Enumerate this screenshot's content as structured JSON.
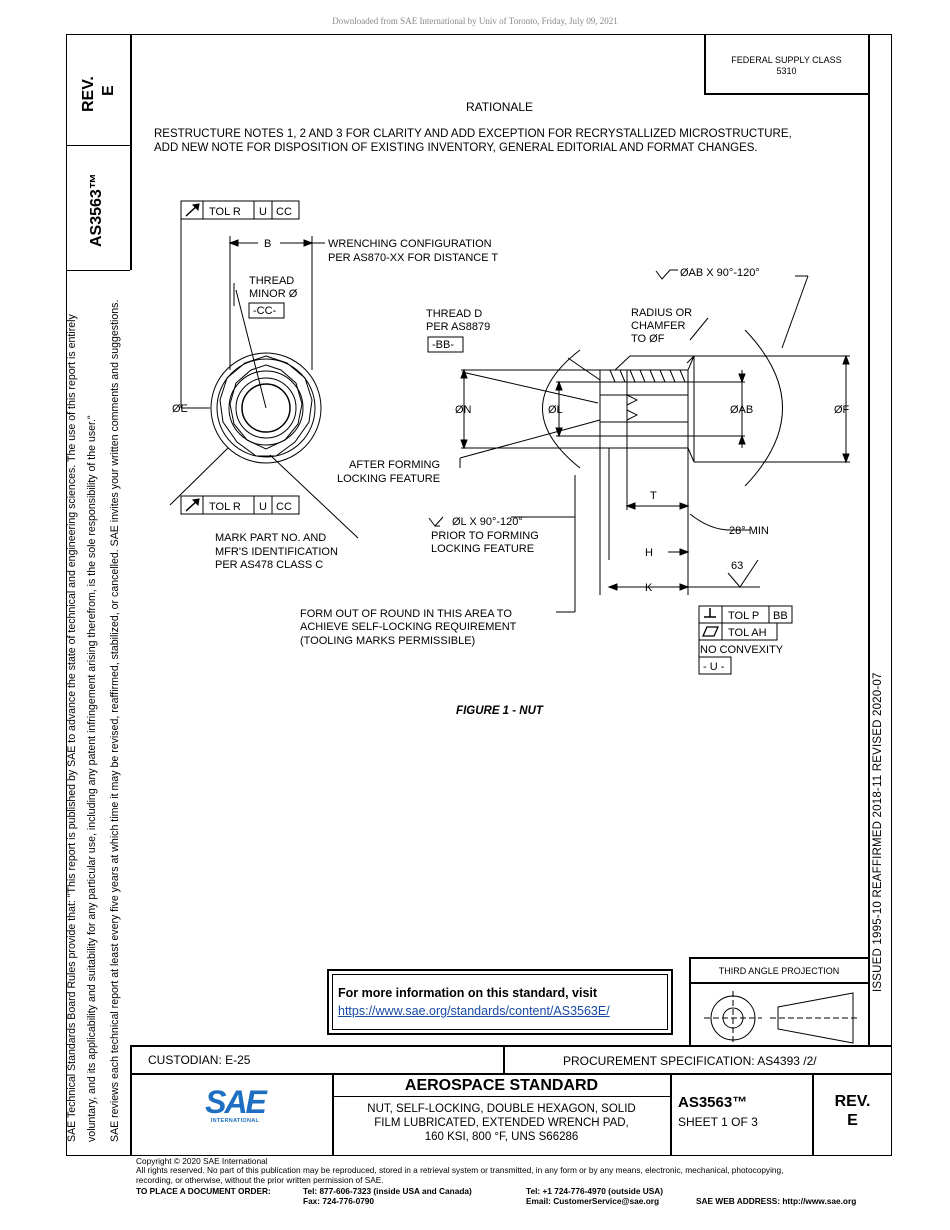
{
  "download_notice": "Downloaded from SAE International by Univ of Toronto, Friday, July 09, 2021",
  "federal_supply": {
    "line1": "FEDERAL SUPPLY CLASS",
    "line2": "5310"
  },
  "rev_block_left": {
    "rev": "REV.",
    "letter": "E"
  },
  "doc_number_left": "AS3563™",
  "rationale": {
    "title": "RATIONALE",
    "line1": "RESTRUCTURE NOTES 1, 2 AND 3 FOR CLARITY AND ADD EXCEPTION FOR RECRYSTALLIZED MICROSTRUCTURE,",
    "line2": "ADD NEW NOTE FOR DISPOSITION OF EXISTING INVENTORY, GENERAL EDITORIAL AND FORMAT CHANGES."
  },
  "side_notice": {
    "line1": "SAE Technical Standards Board Rules provide that: \"This report is published by SAE to advance the state of technical and engineering sciences. The use of this report is entirely",
    "line2": "voluntary, and its applicability and suitability for any particular use, including any patent infringement arising therefrom, is the sole responsibility of the user.\"",
    "line3": "SAE reviews each technical report at least every five years at which time it may be revised, reaffirmed, stabilized, or cancelled. SAE invites your written comments and suggestions."
  },
  "right_vertical": "ISSUED 1995-10     REAFFIRMED 2018-11     REVISED 2020-07",
  "figure": {
    "caption": "FIGURE 1 - NUT",
    "fcf_top": [
      "TOL R",
      "U",
      "CC"
    ],
    "fcf_bottom": [
      "TOL R",
      "U",
      "CC"
    ],
    "labels": {
      "b": "B",
      "wrenching1": "WRENCHING CONFIGURATION",
      "wrenching2": "PER AS870-XX FOR DISTANCE T",
      "thread_minor1": "THREAD",
      "thread_minor2": "MINOR Ø",
      "datum_cc": "-CC-",
      "oe": "ØE",
      "thread_d1": "THREAD D",
      "thread_d2": "PER AS8879",
      "datum_bb": "-BB-",
      "on": "ØN",
      "ol": "ØL",
      "oab_top": "ØAB X 90°-120°",
      "radius1": "RADIUS OR",
      "radius2": "CHAMFER",
      "radius3": "TO ØF",
      "oab": "ØAB",
      "of": "ØF",
      "after1": "AFTER FORMING",
      "after2": "LOCKING FEATURE",
      "t": "T",
      "min28": "28° MIN",
      "mark1": "MARK PART NO. AND",
      "mark2": "MFR'S IDENTIFICATION",
      "mark3": "PER AS478 CLASS C",
      "ol90_1": "ØL X 90°-120°",
      "ol90_2": "PRIOR TO FORMING",
      "ol90_3": "LOCKING FEATURE",
      "h": "H",
      "finish": "63",
      "k": "K",
      "form1": "FORM OUT OF ROUND IN THIS AREA TO",
      "form2": "ACHIEVE SELF-LOCKING REQUIREMENT",
      "form3": "(TOOLING MARKS PERMISSIBLE)",
      "tol_p": "TOL P",
      "bb": "BB",
      "tol_ah": "TOL AH",
      "no_convexity": "NO CONVEXITY",
      "datum_u": "- U -"
    }
  },
  "info_box": {
    "line1": "For more information on this standard, visit",
    "link": "https://www.sae.org/standards/content/AS3563E/"
  },
  "projection": "THIRD ANGLE PROJECTION",
  "custodian": "CUSTODIAN: E-25",
  "procurement": "PROCUREMENT SPECIFICATION: AS4393 /2/",
  "logo": {
    "letters": "SAE",
    "sub": "INTERNATIONAL"
  },
  "title_block": {
    "heading": "AEROSPACE STANDARD",
    "desc1": "NUT, SELF-LOCKING, DOUBLE HEXAGON, SOLID",
    "desc2": "FILM LUBRICATED, EXTENDED WRENCH PAD,",
    "desc3": "160 KSI, 800 °F, UNS S66286",
    "doc": "AS3563™",
    "sheet": "SHEET 1 OF 3",
    "rev": "REV.",
    "rev_letter": "E"
  },
  "footer": {
    "copyright": "Copyright © 2020 SAE International",
    "rights1": "All rights reserved. No part of this publication may be reproduced, stored in a retrieval system or transmitted, in any form or by any means, electronic, mechanical, photocopying,",
    "rights2": "recording, or otherwise, without the prior written permission of SAE.",
    "order_label": "TO PLACE A DOCUMENT ORDER:",
    "tel1": "Tel: 877-606-7323 (inside USA and Canada)",
    "fax": "Fax: 724-776-0790",
    "tel2": "Tel: +1 724-776-4970 (outside USA)",
    "email": "Email: CustomerService@sae.org",
    "web": "SAE WEB ADDRESS: http://www.sae.org"
  }
}
